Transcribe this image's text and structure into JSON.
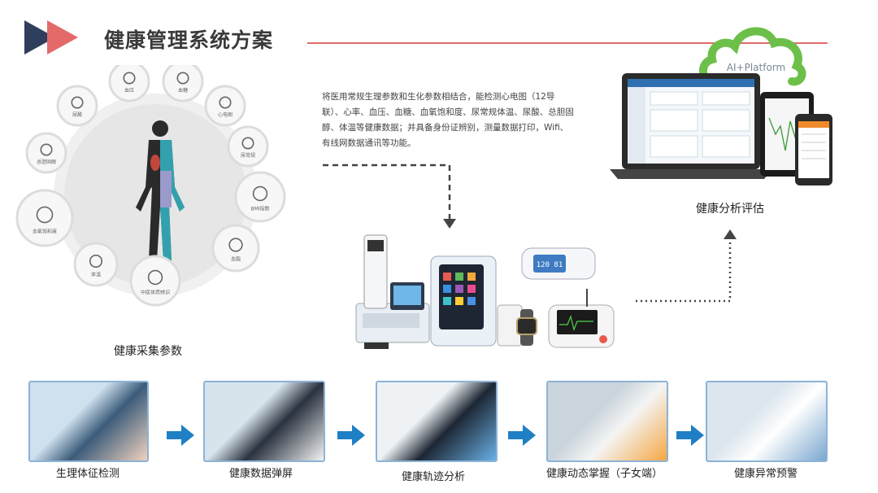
{
  "title": "健康管理系统方案",
  "description": "将医用常规生理参数和生化参数相结合，能检测心电图（12导联）、心率、血压、血糖、血氧饱和度、尿常规体温、尿酸、总胆固醇、体温等健康数据；并具备身份证辨别，测量数据打印，Wifi、有线网数据通讯等功能。",
  "cloud_label": "AI+Platform",
  "captions": {
    "collect": "健康采集参数",
    "analysis": "健康分析评估"
  },
  "params": [
    {
      "label": "血压",
      "icon": "blood-pressure-icon"
    },
    {
      "label": "血糖",
      "icon": "blood-drop-icon"
    },
    {
      "label": "心电图",
      "icon": "heart-ecg-icon"
    },
    {
      "label": "尿常规",
      "icon": "pills-icon"
    },
    {
      "label": "BMI指数",
      "icon": "chart-icon"
    },
    {
      "label": "血脂",
      "icon": "test-tube-icon"
    },
    {
      "label": "中医体质辨识",
      "icon": "doctor-icon"
    },
    {
      "label": "体温",
      "icon": "thermometer-icon"
    },
    {
      "label": "血氧饱和度",
      "icon": "oxygen-icon"
    },
    {
      "label": "总胆固醇",
      "icon": "molecule-icon"
    },
    {
      "label": "尿酸",
      "icon": "syringe-icon"
    }
  ],
  "steps": [
    {
      "label": "生理体征检测"
    },
    {
      "label": "健康数据弹屏"
    },
    {
      "label": "健康轨迹分析"
    },
    {
      "label": "健康动态掌握（子女端）"
    },
    {
      "label": "健康异常预警"
    }
  ],
  "device_screen": {
    "bp_reading": "120 81"
  },
  "colors": {
    "accent_red": "#e46a6a",
    "dark_navy": "#2f3e5c",
    "arrow_blue": "#1f7fc4",
    "cloud_green": "#6cc04a"
  }
}
